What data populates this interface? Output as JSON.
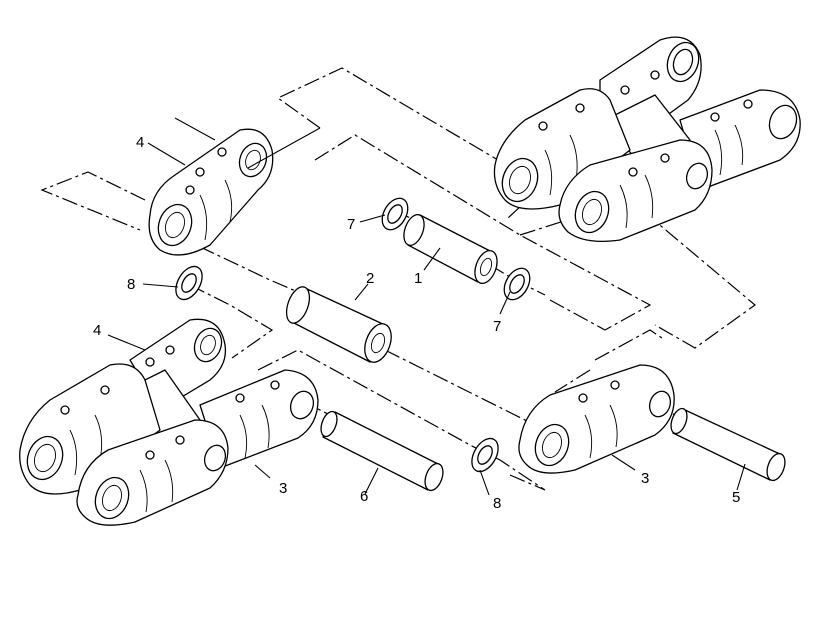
{
  "diagram": {
    "callouts": {
      "c1": "1",
      "c2": "2",
      "c3a": "3",
      "c3b": "3",
      "c4a": "4",
      "c4b": "4",
      "c5": "5",
      "c6": "6",
      "c7a": "7",
      "c7b": "7",
      "c8a": "8",
      "c8b": "8"
    }
  }
}
